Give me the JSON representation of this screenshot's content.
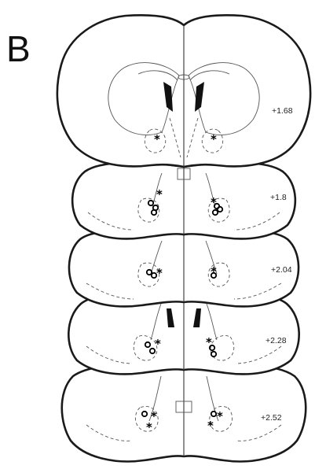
{
  "panel_label": "B",
  "sections": [
    {
      "id": "s5",
      "level": "+2.52"
    },
    {
      "id": "s4",
      "level": "+2.28"
    },
    {
      "id": "s3",
      "level": "+2.04"
    },
    {
      "id": "s2",
      "level": "+1.8"
    },
    {
      "id": "s1",
      "level": "+1.68"
    }
  ],
  "markers": {
    "asterisk_symbol": "*",
    "circle_symbol": "o"
  }
}
